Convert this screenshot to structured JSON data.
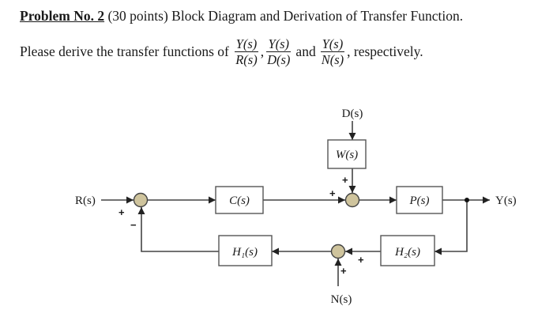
{
  "problem": {
    "number_label": "Problem No. 2",
    "points": "(30 points)",
    "heading": "Block Diagram and Derivation of Transfer Function.",
    "prompt_prefix": "Please derive the transfer functions of",
    "fractions": [
      {
        "num": "Y(s)",
        "den": "R(s)"
      },
      {
        "num": "Y(s)",
        "den": "D(s)"
      },
      {
        "num": "Y(s)",
        "den": "N(s)"
      }
    ],
    "comma": ",",
    "and": "and",
    "prompt_suffix": ", respectively."
  },
  "diagram": {
    "signals": {
      "input": "R(s)",
      "disturbance": "D(s)",
      "noise": "N(s)",
      "output": "Y(s)"
    },
    "blocks": {
      "controller": "C(s)",
      "disturbance_filter": "W(s)",
      "plant": "P(s)",
      "feedback_1": "H₁(s)",
      "feedback_2": "H₂(s)"
    },
    "signs": {
      "sum1_input": "+",
      "sum1_feedback": "−",
      "sum2_forward": "+",
      "sum2_disturbance": "+",
      "sum3_feedback": "+",
      "sum3_noise": "+"
    },
    "colors": {
      "junction_fill": "#cfc49d",
      "line": "#333333"
    }
  }
}
